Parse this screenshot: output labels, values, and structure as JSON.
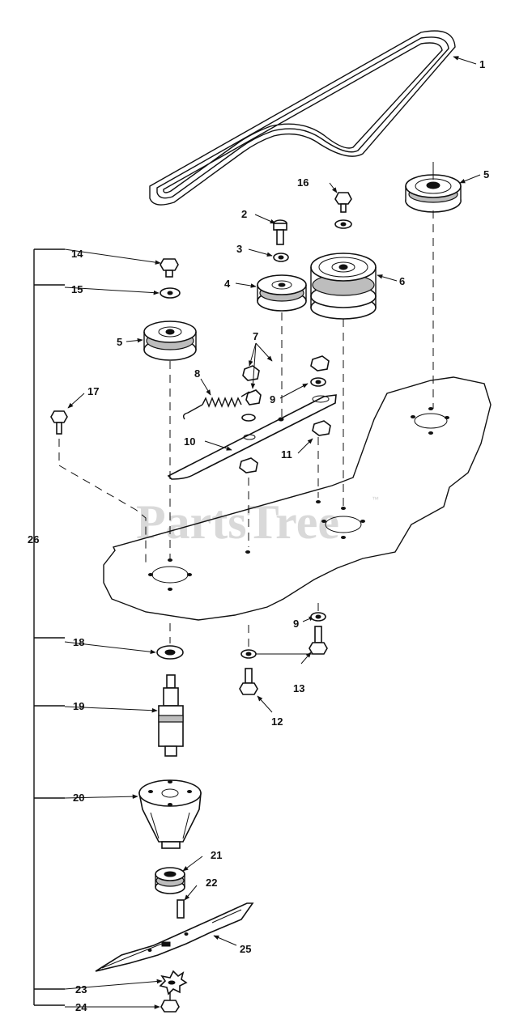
{
  "watermark": {
    "brand": "PartsTree",
    "trademark": "™"
  },
  "callouts": {
    "c1": "1",
    "c2": "2",
    "c3": "3",
    "c4": "4",
    "c5a": "5",
    "c5b": "5",
    "c6": "6",
    "c7": "7",
    "c8": "8",
    "c9a": "9",
    "c9b": "9",
    "c10": "10",
    "c11": "11",
    "c12": "12",
    "c13": "13",
    "c14": "14",
    "c15": "15",
    "c16": "16",
    "c17": "17",
    "c18": "18",
    "c19": "19",
    "c20": "20",
    "c21": "21",
    "c22": "22",
    "c23": "23",
    "c24": "24",
    "c25": "25",
    "c26": "26"
  }
}
